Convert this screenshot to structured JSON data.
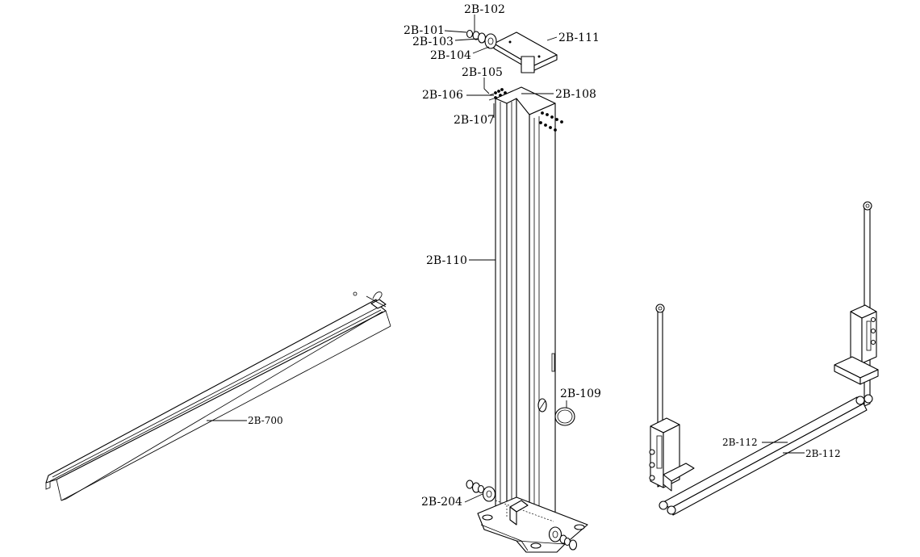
{
  "labels": {
    "p101": "2B-101",
    "p102": "2B-102",
    "p103": "2B-103",
    "p104": "2B-104",
    "p105": "2B-105",
    "p106": "2B-106",
    "p107": "2B-107",
    "p108": "2B-108",
    "p109": "2B-109",
    "p110": "2B-110",
    "p111": "2B-111",
    "p112a": "2B-112",
    "p112b": "2B-112",
    "p204": "2B-204",
    "p700": "2B-700"
  }
}
